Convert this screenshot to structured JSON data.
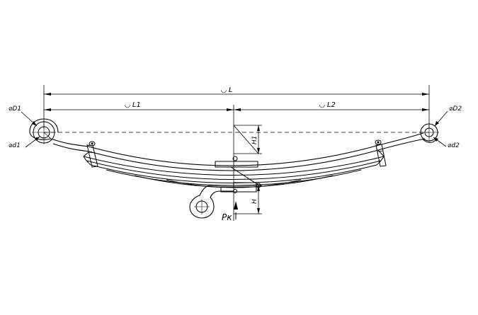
{
  "labels": {
    "total_length": "◡ L",
    "front_length": "◡ L1",
    "rear_length": "◡ L2",
    "eye_outer_front": "⌀D1",
    "eye_inner_front": "⌀d1",
    "eye_outer_rear": "⌀D2",
    "eye_inner_rear": "⌀d2",
    "height_loaded": "H1",
    "height_free": "H",
    "load": "Pк"
  },
  "colors": {
    "line": "#000000",
    "background": "#ffffff"
  }
}
